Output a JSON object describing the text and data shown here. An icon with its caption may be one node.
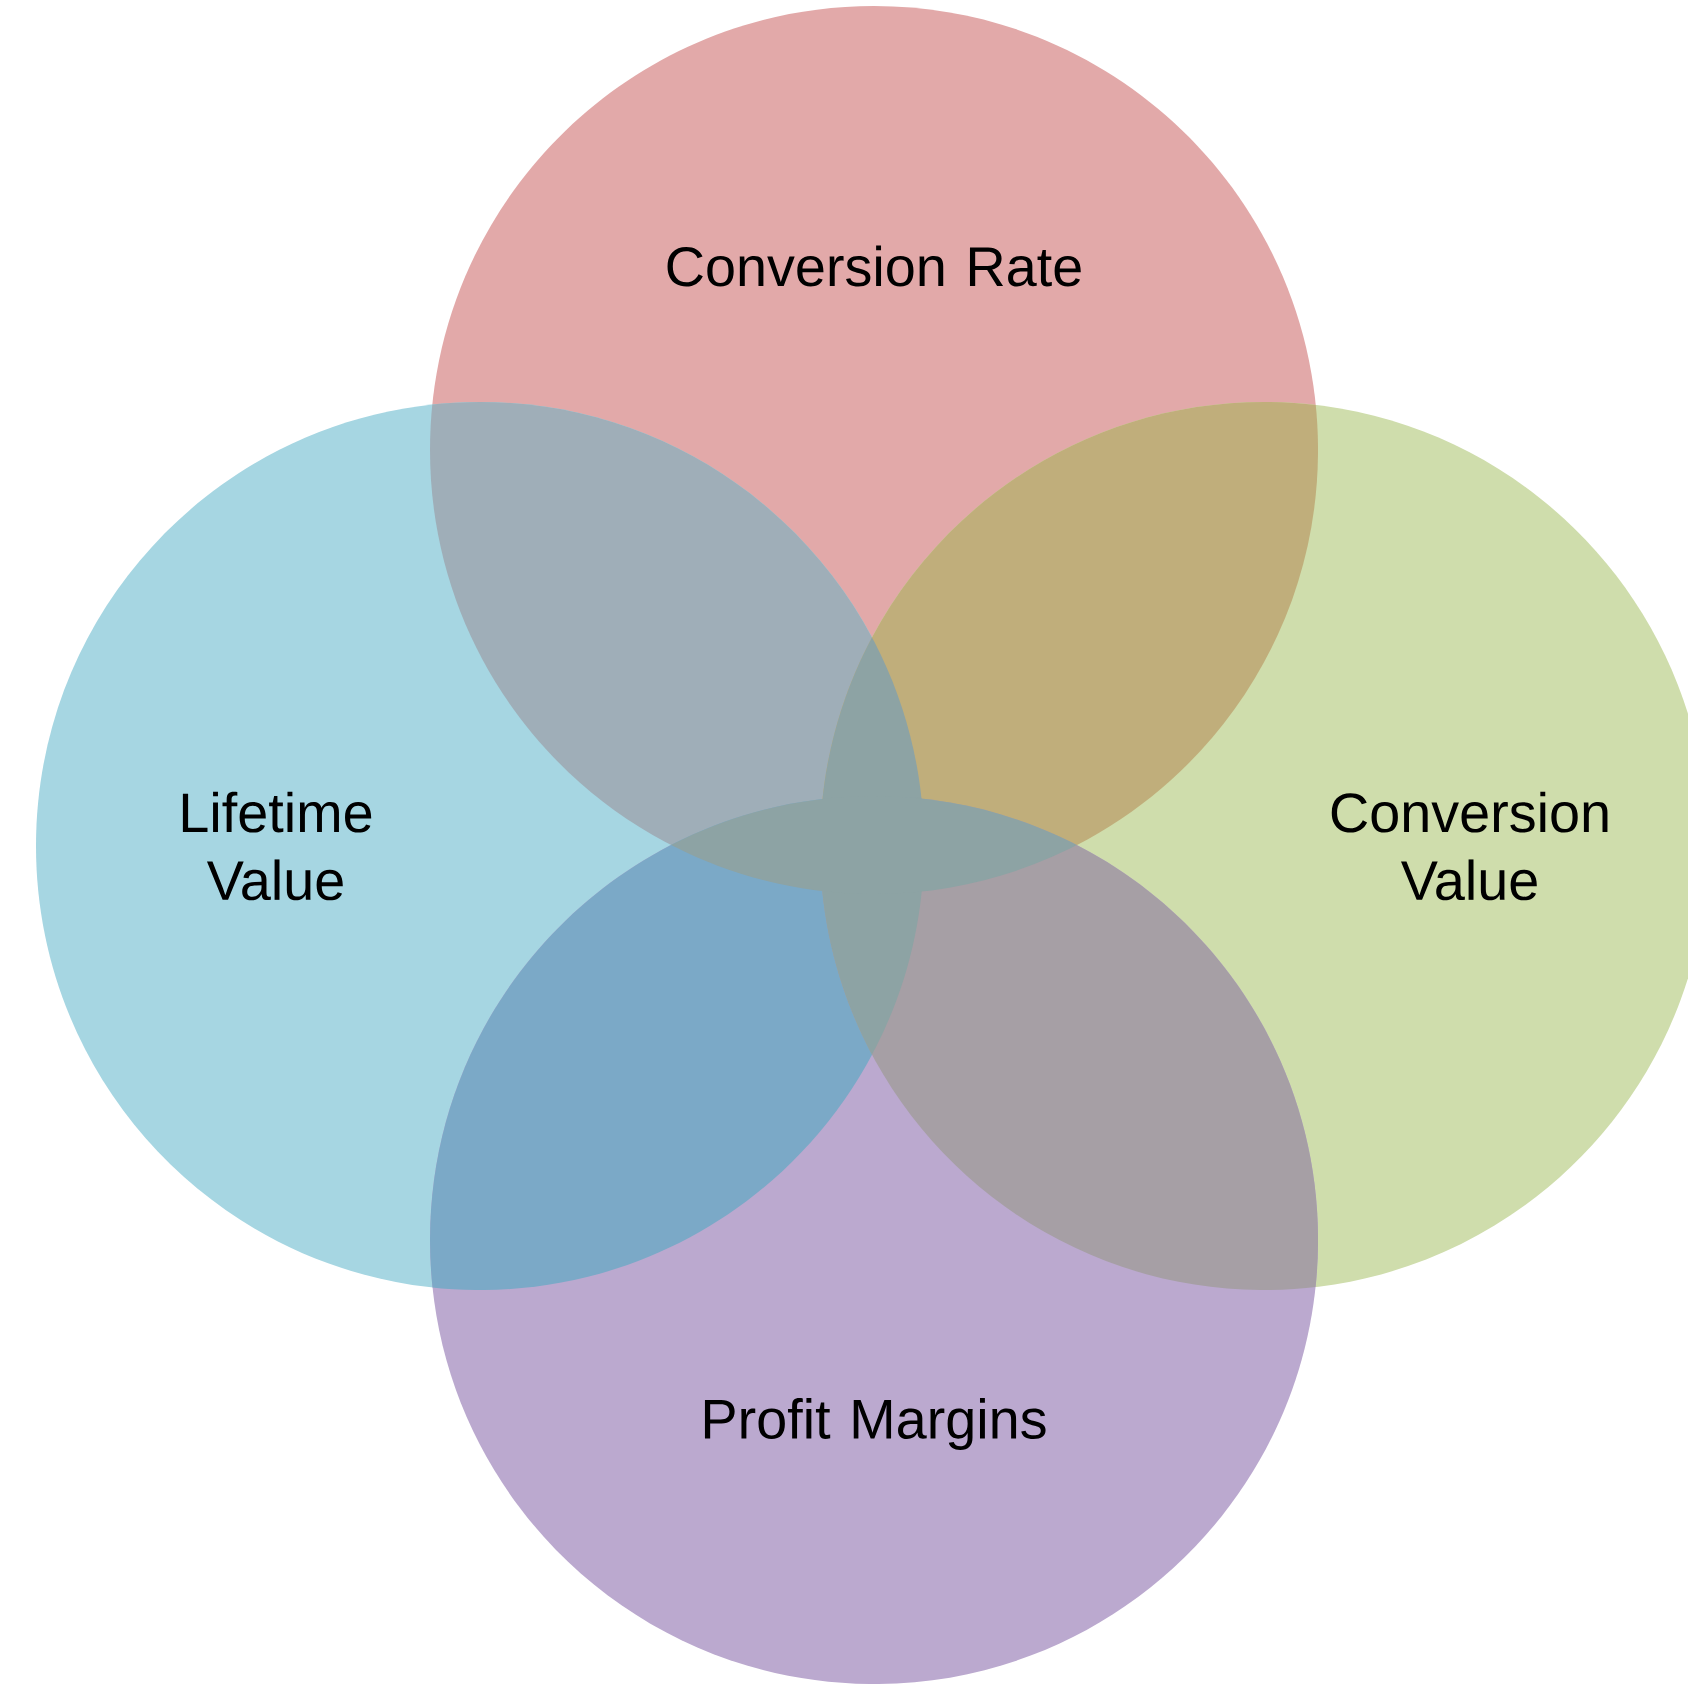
{
  "diagram": {
    "nodes": [
      {
        "text": [
          "Conversion Rate"
        ]
      },
      {
        "text": [
          "Lifetime Value"
        ]
      },
      {
        "text": [
          "Conversion Value"
        ]
      },
      {
        "text": [
          "Profit Margins"
        ]
      }
    ]
  }
}
